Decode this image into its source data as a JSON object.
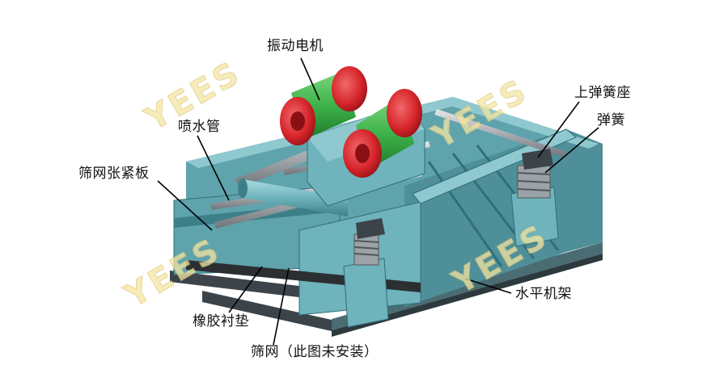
{
  "labels": {
    "vibration_motor": "振动电机",
    "spray_pipe": "喷水管",
    "upper_spring_seat": "上弹簧座",
    "spring": "弹簧",
    "screen_tension_plate": "筛网张紧板",
    "horizontal_frame": "水平机架",
    "rubber_pad": "橡胶衬垫",
    "screen_mesh": "筛网（此图未安装）"
  },
  "watermark": "YEES",
  "colors": {
    "frame_body": "#5fa3ad",
    "frame_light": "#8fc8cf",
    "frame_dark": "#2f6f79",
    "motor_green": "#3db34a",
    "motor_red": "#d7262c",
    "pipe_gray": "#a9aeb3",
    "base_dark": "#3d4449",
    "watermark": "#f4e6a4"
  }
}
